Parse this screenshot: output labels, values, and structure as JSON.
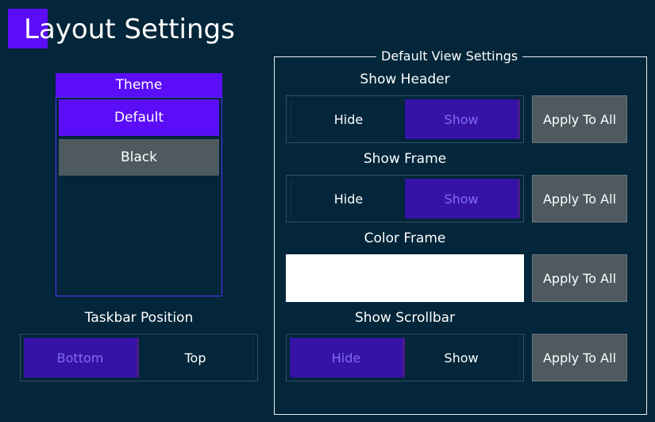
{
  "page": {
    "title": "Layout Settings",
    "accent_color": "#5b0df7",
    "background_color": "#03263a"
  },
  "theme": {
    "header": "Theme",
    "items": [
      {
        "label": "Default",
        "selected": true
      },
      {
        "label": "Black",
        "selected": false
      }
    ]
  },
  "taskbar": {
    "label": "Taskbar Position",
    "options": [
      "Bottom",
      "Top"
    ],
    "selected": "Bottom"
  },
  "default_view": {
    "legend": "Default View Settings",
    "apply_label": "Apply To All",
    "show_header": {
      "label": "Show Header",
      "options": [
        "Hide",
        "Show"
      ],
      "selected": "Show"
    },
    "show_frame": {
      "label": "Show Frame",
      "options": [
        "Hide",
        "Show"
      ],
      "selected": "Show"
    },
    "color_frame": {
      "label": "Color Frame",
      "value": "#ffffff"
    },
    "show_scrollbar": {
      "label": "Show Scrollbar",
      "options": [
        "Hide",
        "Show"
      ],
      "selected": "Hide"
    }
  }
}
